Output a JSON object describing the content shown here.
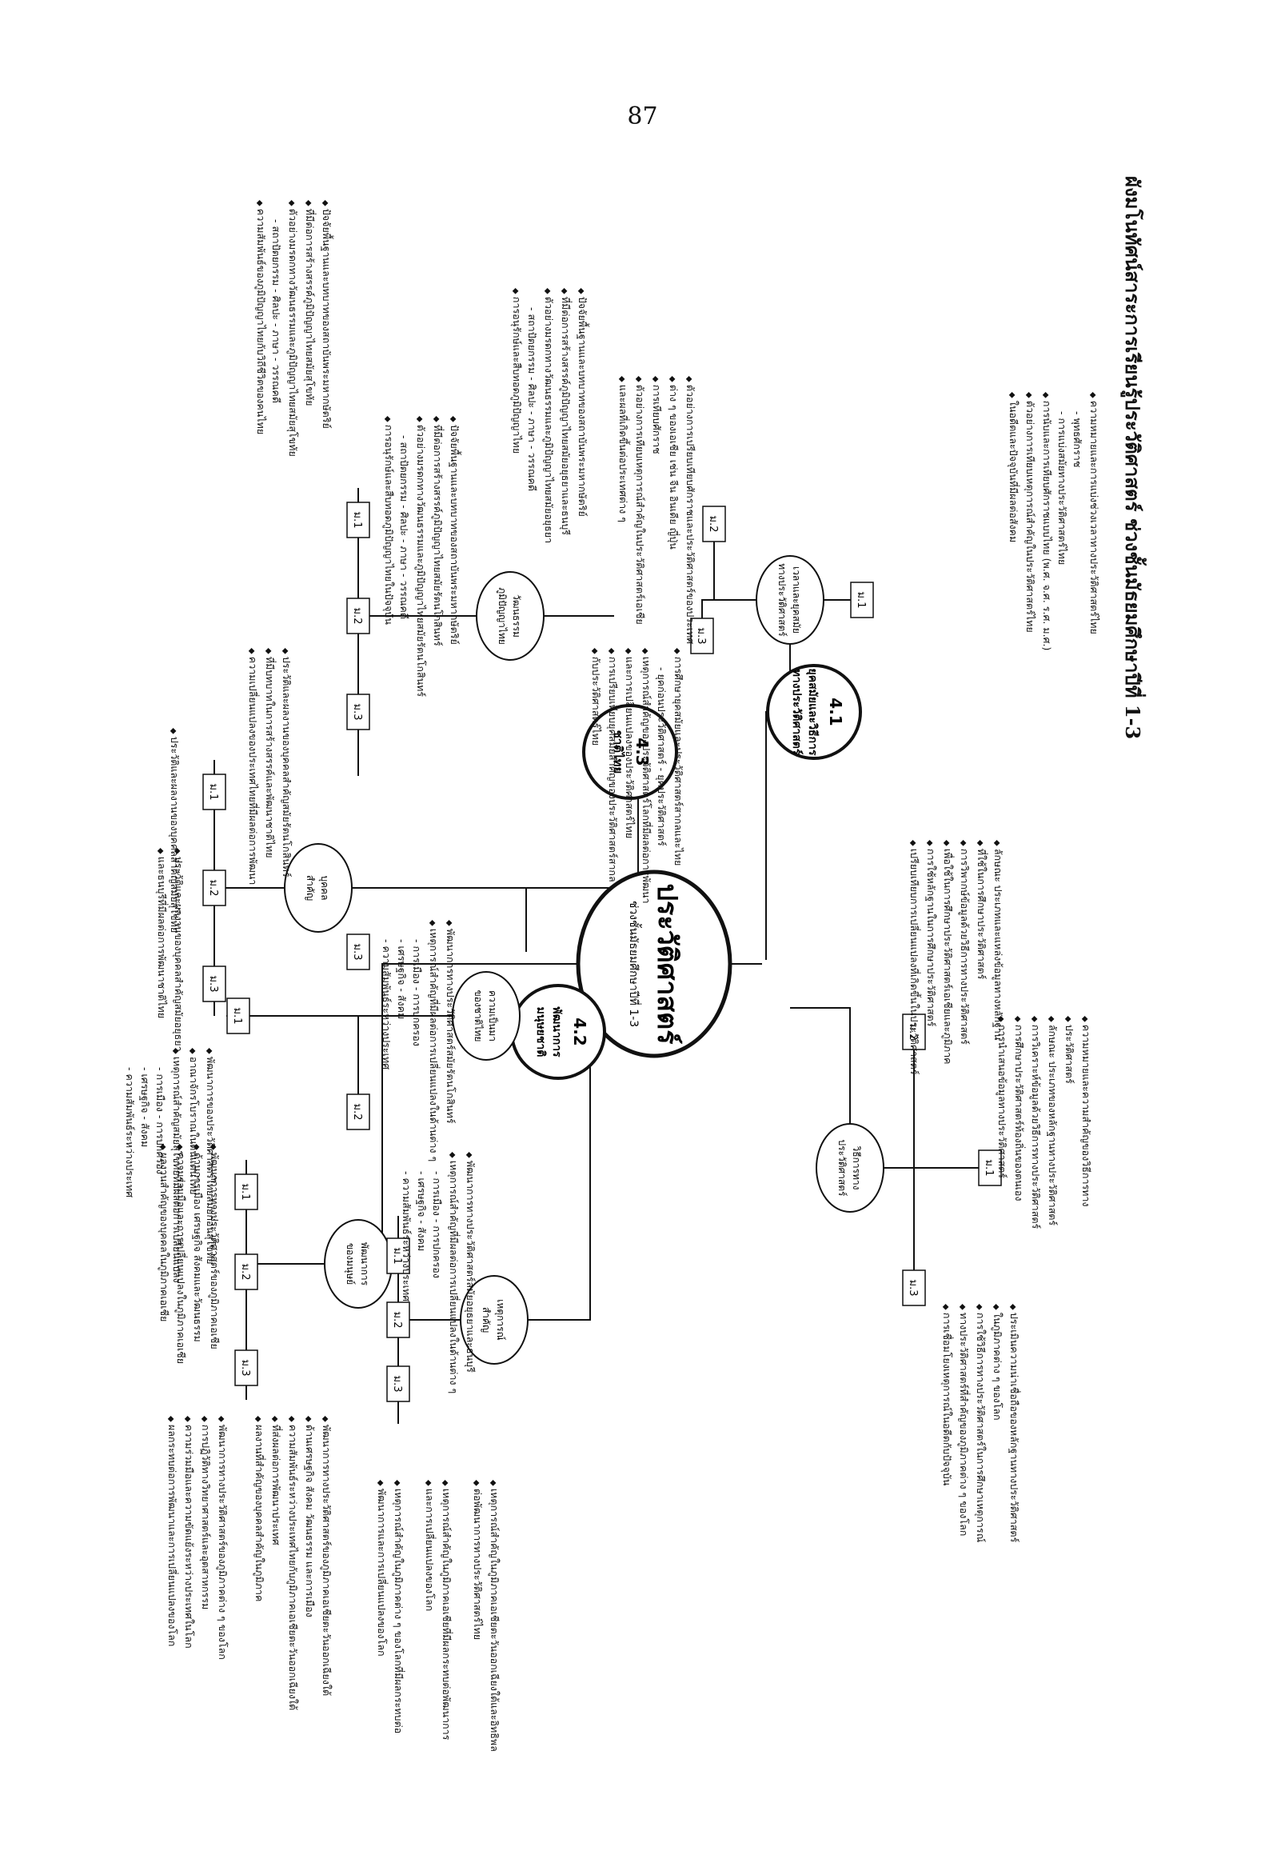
{
  "page_number": "87",
  "title": "ผังมโนทัศน์สาระการเรียนรู้ประวัติศาสตร์ ช่วงชั้นมัธยมศึกษาปีที่ 1-3",
  "center": {
    "title": "ประวัติศาสตร์",
    "subtitle": "ช่วงชั้นมัธยมศึกษาปีที่ 1-3"
  },
  "hubs": {
    "h41": {
      "line1": "4.1",
      "line2": "ยุคสมัยและวิธีการ",
      "line3": "ทางประวัติศาสตร์"
    },
    "h42": {
      "line1": "4.2",
      "line2": "พัฒนาการ",
      "line3": "มนุษยชาติ"
    },
    "h43": {
      "line1": "4.3",
      "line2": "ชาติไทย"
    }
  },
  "topics": {
    "t_era": {
      "line1": "เวลาและยุคสมัย",
      "line2": "ทางประวัติศาสตร์"
    },
    "t_method": {
      "line1": "วิธีการทาง",
      "line2": "ประวัติศาสตร์"
    },
    "t_event": {
      "line1": "เหตุการณ์",
      "line2": "สำคัญ"
    },
    "t_human": {
      "line1": "พัฒนาการ",
      "line2": "ของมนุษย์"
    },
    "t_thai": {
      "line1": "ความเป็นมา",
      "line2": "ของชาติไทย"
    },
    "t_person": {
      "line1": "บุคคล",
      "line2": "สำคัญ"
    },
    "t_culture": {
      "line1": "วัฒนธรรม",
      "line2": "ภูมิปัญญาไทย"
    }
  },
  "grades": {
    "m1": "ม.1",
    "m2": "ม.2",
    "m3": "ม.3"
  },
  "notes": {
    "era_m1": [
      "ความหมายและการแบ่งช่วงเวลาทางประวัติศาสตร์ไทย",
      "- พุทธศักราช",
      "- การแบ่งสมัยทางประวัติศาสตร์ไทย",
      "การนับและการเทียบศักราชแบบไทย (พ.ศ. จ.ศ. ร.ศ. ม.ศ.)",
      "ตัวอย่างการเทียบเหตุการณ์สำคัญในประวัติศาสตร์ไทย",
      "ในอดีตและปัจจุบันที่มีผลต่อสังคม"
    ],
    "era_m2": [
      "ตัวอย่างการเปรียบเทียบศักราชและประวัติศาสตร์ของประเทศ",
      "ต่าง ๆ ของเอเชีย เช่น จีน อินเดีย ญี่ปุ่น",
      "การเทียบศักราช",
      "ตัวอย่างการเทียบเหตุการณ์สำคัญในประวัติศาสตร์เอเชีย",
      "และผลที่เกิดขึ้นต่อประเทศต่าง ๆ"
    ],
    "era_m3": [
      "การศึกษายุคสมัยและประวัติศาสตร์สากลและไทย",
      "- ยุคก่อนประวัติศาสตร์  - ยุคประวัติศาสตร์",
      "เหตุการณ์สำคัญของประวัติศาสตร์โลกที่มีผลต่อการพัฒนา",
      "และการเปลี่ยนแปลงของประวัติศาสตร์ไทย",
      "การเปรียบเทียบยุคสมัยสำคัญของประวัติศาสตร์สากล",
      "กับประวัติศาสตร์ไทย"
    ],
    "method_m1": [
      "ความหมายและความสำคัญของวิธีการทาง",
      "ประวัติศาสตร์",
      "ลักษณะ ประเภทของหลักฐานทางประวัติศาสตร์",
      "การวิเคราะห์ข้อมูลด้วยวิธีการทางประวัติศาสตร์",
      "การศึกษาประวัติศาสตร์ท้องถิ่นของตนเอง",
      "การนำเสนอข้อมูลทางประวัติศาสตร์"
    ],
    "method_m2": [
      "ลักษณะ ประเภทและแหล่งข้อมูลทางหลักฐาน",
      "ที่ใช้ในการศึกษาประวัติศาสตร์",
      "การวิพากษ์ข้อมูลด้วยวิธีการทางประวัติศาสตร์",
      "เพื่อใช้ในการศึกษาประวัติศาสตร์เอเชียและภูมิภาค",
      "การใช้หลักฐานในการศึกษาประวัติศาสตร์",
      "เปรียบเทียบการเปลี่ยนแปลงที่เกิดขึ้นในประวัติศาสตร์"
    ],
    "method_m3": [
      "ประเมินความน่าเชื่อถือของหลักฐานทางประวัติศาสตร์",
      "ในภูมิภาคต่าง ๆ ของโลก",
      "การใช้วิธีการทางประวัติศาสตร์ในการศึกษาเหตุการณ์",
      "ทางประวัติศาสตร์ที่สำคัญของภูมิภาคต่าง ๆ ของโลก",
      "การเชื่อมโยงเหตุการณ์ในอดีตกับปัจจุบัน"
    ],
    "event_m1": [
      "เหตุการณ์สำคัญในภูมิภาคเอเชียตะวันออกเฉียงใต้และอิทธิพล",
      "ต่อพัฒนาการทางประวัติศาสตร์ไทย"
    ],
    "event_m2": [
      "เหตุการณ์สำคัญในภูมิภาคเอเชียที่มีผลกระทบต่อพัฒนาการ",
      "และการเปลี่ยนแปลงของโลก"
    ],
    "event_m3": [
      "เหตุการณ์สำคัญในภูมิภาคต่าง ๆ ของโลกที่มีผลกระทบต่อ",
      "พัฒนาการและการเปลี่ยนแปลงของโลก"
    ],
    "human_m1": [
      "พัฒนาการทางประวัติศาสตร์ของภูมิภาคเอเชียตะวันออกเฉียงใต้",
      "ด้านเศรษฐกิจ สังคม วัฒนธรรม และการเมือง",
      "ความสัมพันธ์ระหว่างประเทศไทยกับภูมิภาคเอเชียตะวันออกเฉียงใต้",
      "ที่ส่งผลต่อการพัฒนาประเทศ",
      "ผลงานที่สำคัญของบุคคลสำคัญในภูมิภาค"
    ],
    "human_m2": [
      "พัฒนาการทางประวัติศาสตร์ของภูมิภาคเอเชีย",
      "ด้านการเมือง เศรษฐกิจ สังคมและวัฒนธรรม",
      "ความร่วมมือและการเปลี่ยนแปลงในภูมิภาคเอเชีย",
      "ผลงานสำคัญของบุคคลในภูมิภาคเอเชีย"
    ],
    "human_m3": [
      "พัฒนาการทางประวัติศาสตร์ของภูมิภาคต่าง ๆ ของโลก",
      "การปฏิวัติทางวิทยาศาสตร์และอุตสาหกรรม",
      "ความร่วมมือและความขัดแย้งระหว่างประเทศในโลก",
      "ผลกระทบต่อการพัฒนาและการเปลี่ยนแปลงของโลก"
    ],
    "thai_m1": [
      "พัฒนาการของประวัติศาสตร์ไทยสมัยก่อนสุโขทัย",
      "อาณาจักรโบราณในดินแดนไทย",
      "เหตุการณ์สำคัญสมัยสุโขทัยที่มีผลต่อการเปลี่ยนแปลง",
      "- การเมือง  - การปกครอง",
      "- เศรษฐกิจ  - สังคม",
      "- ความสัมพันธ์ระหว่างประเทศ"
    ],
    "thai_m2": [
      "พัฒนาการทางประวัติศาสตร์สมัยอยุธยาและธนบุรี",
      "เหตุการณ์สำคัญที่มีผลต่อการเปลี่ยนแปลงในด้านต่าง ๆ",
      "- การเมือง  - การปกครอง",
      "- เศรษฐกิจ  - สังคม",
      "- ความสัมพันธ์ระหว่างประเทศ"
    ],
    "thai_m3": [
      "พัฒนาการทางประวัติศาสตร์สมัยรัตนโกสินทร์",
      "เหตุการณ์สำคัญที่มีผลต่อการเปลี่ยนแปลงในด้านต่าง ๆ",
      "- การเมือง  - การปกครอง",
      "- เศรษฐกิจ  - สังคม",
      "- ความสัมพันธ์ระหว่างประเทศ"
    ],
    "person_m1": [
      "ประวัติและผลงานของบุคคลสำคัญสมัยสุโขทัย"
    ],
    "person_m2": [
      "ประวัติและผลงานของบุคคลสำคัญสมัยอยุธยา",
      "และธนบุรีที่มีผลต่อการพัฒนาชาติไทย"
    ],
    "person_m3": [
      "ประวัติและผลงานของบุคคลสำคัญสมัยรัตนโกสินทร์",
      "ที่มีบทบาทในการสร้างสรรค์และพัฒนาชาติไทย",
      "ความเปลี่ยนแปลงของประเทศไทยที่มีผลต่อการพัฒนา"
    ],
    "culture_m1": [
      "ปัจจัยพื้นฐานและบทบาทของสถาบันพระมหากษัตริย์",
      "ที่มีต่อการสร้างสรรค์ภูมิปัญญาไทยสมัยสุโขทัย",
      "ตัวอย่างมรดกทางวัฒนธรรมและภูมิปัญญาไทยสมัยสุโขทัย",
      "- สถาปัตยกรรม  - ศิลปะ  - ภาษา  - วรรณคดี",
      "ความสัมพันธ์ของภูมิปัญญาไทยกับวิถีชีวิตของคนไทย"
    ],
    "culture_m2": [
      "ปัจจัยพื้นฐานและบทบาทของสถาบันพระมหากษัตริย์",
      "ที่มีต่อการสร้างสรรค์ภูมิปัญญาไทยสมัยอยุธยาและธนบุรี",
      "ตัวอย่างมรดกทางวัฒนธรรมและภูมิปัญญาไทยสมัยอยุธยา",
      "- สถาปัตยกรรม  - ศิลปะ  - ภาษา  - วรรณคดี",
      "การอนุรักษ์และสืบทอดภูมิปัญญาไทย"
    ],
    "culture_m3": [
      "ปัจจัยพื้นฐานและบทบาทของสถาบันพระมหากษัตริย์",
      "ที่มีต่อการสร้างสรรค์ภูมิปัญญาไทยสมัยรัตนโกสินทร์",
      "ตัวอย่างมรดกทางวัฒนธรรมและภูมิปัญญาไทยสมัยรัตนโกสินทร์",
      "- สถาปัตยกรรม  - ศิลปะ  - ภาษา  - วรรณคดี",
      "การอนุรักษ์และสืบทอดภูมิปัญญาไทยในปัจจุบัน"
    ]
  }
}
